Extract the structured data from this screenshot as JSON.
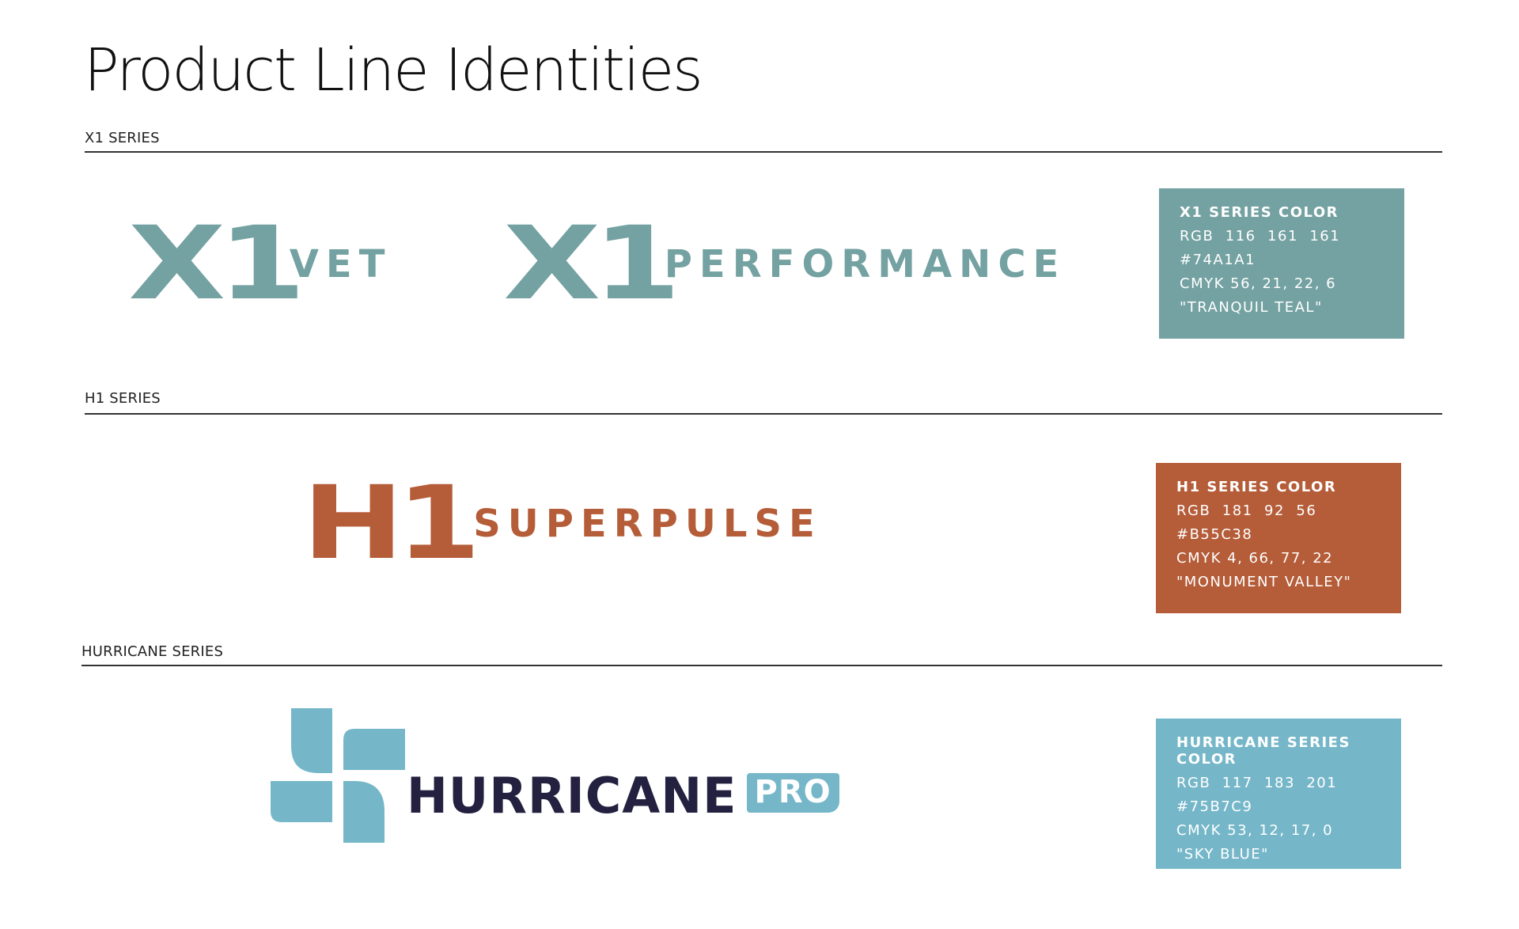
{
  "page": {
    "title": "Product Line Identities"
  },
  "sections": [
    {
      "label": "X1 SERIES",
      "logos": [
        {
          "mark": "X1",
          "word": "VET"
        },
        {
          "mark": "X1",
          "word": "PERFORMANCE"
        }
      ],
      "swatch": {
        "title": "X1 SERIES COLOR",
        "rgb": "RGB  116  161  161",
        "hex": "#74A1A1",
        "cmyk": "CMYK 56, 21, 22, 6",
        "name": "\"TRANQUIL TEAL\"",
        "color": "#74A1A1"
      }
    },
    {
      "label": "H1 SERIES",
      "logos": [
        {
          "mark": "H1",
          "word": "SUPERPULSE"
        }
      ],
      "swatch": {
        "title": "H1 SERIES COLOR",
        "rgb": "RGB  181  92  56",
        "hex": "#B55C38",
        "cmyk": "CMYK 4, 66, 77, 22",
        "name": "\"MONUMENT VALLEY\"",
        "color": "#B55C38"
      }
    },
    {
      "label": "HURRICANE SERIES",
      "logos": [
        {
          "word": "HURRICANE",
          "badge": "PRO",
          "icon": "hurricane-pinwheel-icon"
        }
      ],
      "swatch": {
        "title": "HURRICANE SERIES COLOR",
        "rgb": "RGB  117  183  201",
        "hex": "#75B7C9",
        "cmyk": "CMYK 53, 12, 17, 0",
        "name": "\"SKY BLUE\"",
        "color": "#75B7C9"
      }
    }
  ]
}
